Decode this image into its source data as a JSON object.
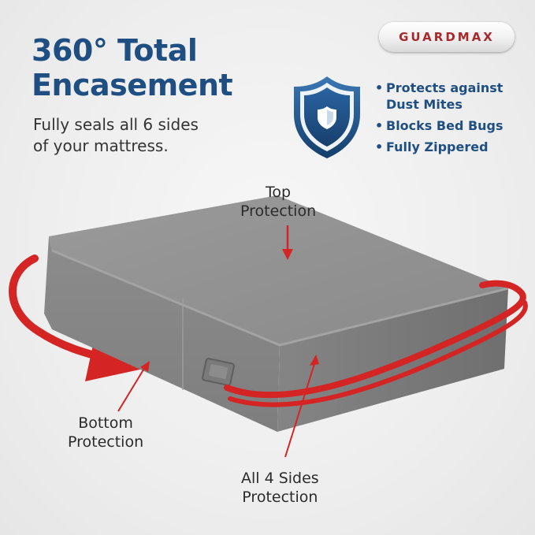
{
  "brand": {
    "logo_text": "GUARDMAX"
  },
  "headline": {
    "line1": "360° Total",
    "line2": "Encasement"
  },
  "subheadline": {
    "line1": "Fully seals all 6 sides",
    "line2": "of your mattress."
  },
  "benefits": [
    {
      "line1": "Protects against",
      "line2": "Dust Mites"
    },
    {
      "line1": "Blocks Bed Bugs",
      "line2": ""
    },
    {
      "line1": "Fully Zippered",
      "line2": ""
    }
  ],
  "callouts": {
    "top": {
      "line1": "Top",
      "line2": "Protection"
    },
    "bottom": {
      "line1": "Bottom",
      "line2": "Protection"
    },
    "sides": {
      "line1": "All 4 Sides",
      "line2": "Protection"
    }
  },
  "colors": {
    "brand_blue": "#1f4f82",
    "accent_red": "#d42424",
    "mattress_gray": "#8f8f8f"
  },
  "icons": {
    "shield": "shield-icon",
    "arrow": "arrow-icon"
  }
}
